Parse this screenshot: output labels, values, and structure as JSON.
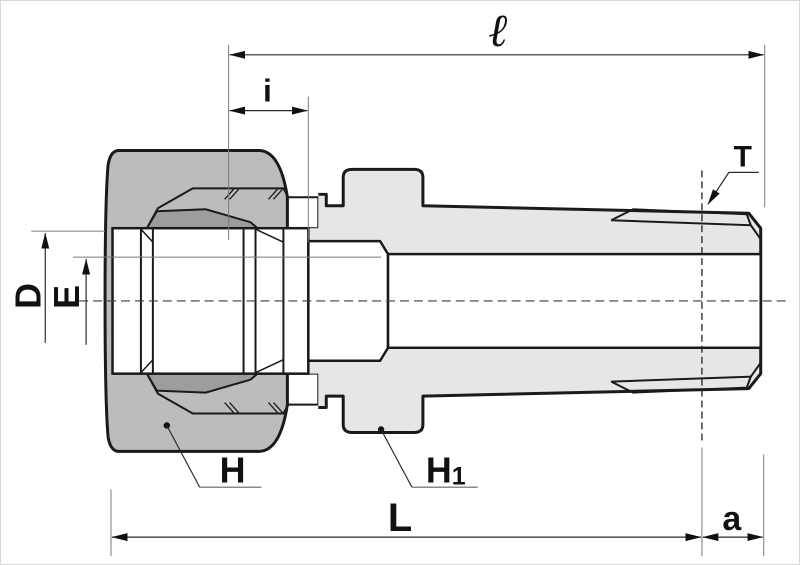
{
  "drawing": {
    "kind": "tube-fitting-cross-section",
    "labels": {
      "ell": "ℓ",
      "i": "i",
      "T": "T",
      "D": "D",
      "E": "E",
      "H": "H",
      "H1_base": "H",
      "H1_sub": "1",
      "L": "L",
      "a": "a"
    },
    "colors": {
      "background": "#ffffff",
      "nut": "#bcbcbc",
      "ferrule": "#9d9d9d",
      "body": "#e6e6e6",
      "outline": "#1a1a1a",
      "dimension": "#2a2a2a",
      "extension": "#7a7a7a",
      "white": "#ffffff"
    }
  }
}
